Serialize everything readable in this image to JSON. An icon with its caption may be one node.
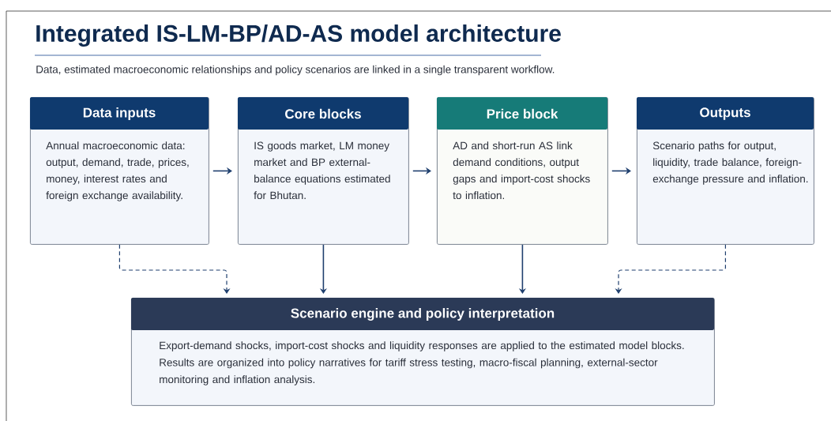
{
  "diagram": {
    "title": "Integrated IS-LM-BP/AD-AS model architecture",
    "labels": [
      "Data, estimated macroeconomic relationships and policy scenarios are linked in a single transparent workflow."
    ],
    "nodes": [
      {
        "text": [
          "Data inputs",
          "Annual macroeconomic data: output, demand, trade, prices, money, interest rates and foreign exchange availability."
        ]
      },
      {
        "text": [
          "Core blocks",
          "IS goods market, LM money market and BP external-balance equations estimated for Bhutan."
        ]
      },
      {
        "text": [
          "Price block",
          "AD and short-run AS link demand conditions, output gaps and import-cost shocks to inflation."
        ]
      },
      {
        "text": [
          "Outputs",
          "Scenario paths for output, liquidity, trade balance, foreign-exchange pressure and inflation."
        ]
      },
      {
        "text": [
          "Scenario engine and policy interpretation",
          "Export-demand shocks, import-cost shocks and liquidity responses are applied to the estimated model blocks. Results are organized into policy narratives for tariff stress testing, macro-fiscal planning, external-sector monitoring and inflation analysis."
        ]
      }
    ],
    "edges": [
      {
        "from": 0,
        "to": 1,
        "arrow": "to"
      },
      {
        "from": 1,
        "to": 2,
        "arrow": "to"
      },
      {
        "from": 2,
        "to": 3,
        "arrow": "to"
      },
      {
        "from": 0,
        "to": 4,
        "arrow": "to",
        "style": "dashed"
      },
      {
        "from": 1,
        "to": 4,
        "arrow": "to"
      },
      {
        "from": 2,
        "to": 4,
        "arrow": "to"
      },
      {
        "from": 3,
        "to": 4,
        "arrow": "to",
        "style": "dashed"
      }
    ]
  }
}
